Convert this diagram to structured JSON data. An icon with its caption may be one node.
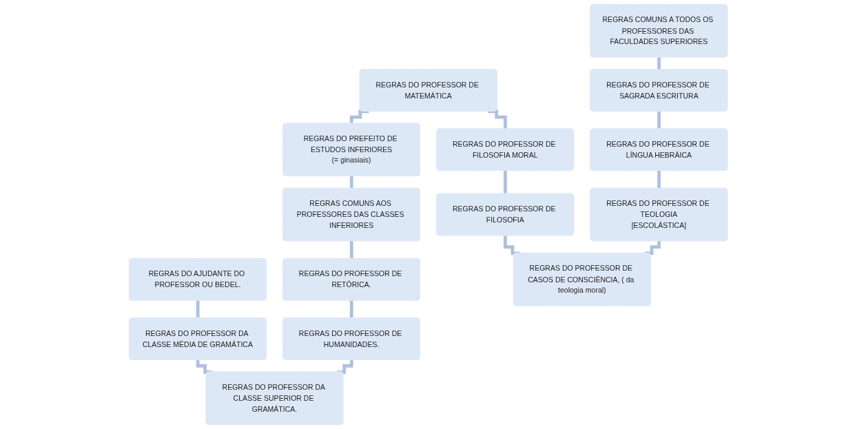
{
  "diagram": {
    "nodes": [
      {
        "text": [
          "REGRAS COMUNS A TODOS OS PROFESSORES DAS FACULDADES SUPERIORES"
        ]
      },
      {
        "text": [
          "REGRAS DO PROFESSOR DE MATEMÁTICA"
        ]
      },
      {
        "text": [
          "REGRAS DO PREFEITO DE ESTUDOS INFERIORES",
          "(= ginasiais)"
        ]
      },
      {
        "text": [
          "REGRAS DO PROFESSOR DE SAGRADA ESCRITURA"
        ]
      },
      {
        "text": [
          "REGRAS DO PROFESSOR DE FILOSOFIA MORAL"
        ]
      },
      {
        "text": [
          "REGRAS COMUNS AOS PROFESSORES DAS CLASSES INFERIORES"
        ]
      },
      {
        "text": [
          "REGRAS DO AJUDANTE DO PROFESSOR OU BEDEL."
        ]
      },
      {
        "text": [
          "REGRAS DO PROFESSOR DE LÍNGUA HEBRÁICA"
        ]
      },
      {
        "text": [
          "REGRAS DO PROFESSOR DE FILOSOFIA"
        ]
      },
      {
        "text": [
          "REGRAS DO PROFESSOR DE RETÓRICA."
        ]
      },
      {
        "text": [
          "REGRAS DO PROFESSOR DA CLASSE MÉDIA DE GRAMÁTICA"
        ]
      },
      {
        "text": [
          "REGRAS DO PROFESSOR DE TEOLOGIA",
          "[ESCOLÁSTICA]"
        ]
      },
      {
        "text": [
          "REGRAS DO PROFESSOR DE CASOS DE CONSCIÊNCIA, ( da teologia moral)"
        ]
      },
      {
        "text": [
          "REGRAS DO PROFESSOR DE HUMANIDADES."
        ]
      },
      {
        "text": [
          "REGRAS DO PROFESSOR DA CLASSE SUPERIOR DE GRAMÁTICA."
        ]
      }
    ],
    "edges": [
      {
        "from": 0,
        "to": 3,
        "arrow": "none"
      },
      {
        "from": 3,
        "to": 7,
        "arrow": "none"
      },
      {
        "from": 7,
        "to": 11,
        "arrow": "none"
      },
      {
        "from": 11,
        "to": 12,
        "arrow": "none"
      },
      {
        "from": 8,
        "to": 12,
        "arrow": "none"
      },
      {
        "from": 4,
        "to": 8,
        "arrow": "none"
      },
      {
        "from": 1,
        "to": 4,
        "arrow": "none"
      },
      {
        "from": 1,
        "to": 2,
        "arrow": "none"
      },
      {
        "from": 2,
        "to": 5,
        "arrow": "none"
      },
      {
        "from": 5,
        "to": 9,
        "arrow": "none"
      },
      {
        "from": 9,
        "to": 13,
        "arrow": "none"
      },
      {
        "from": 13,
        "to": 14,
        "arrow": "none"
      },
      {
        "from": 10,
        "to": 14,
        "arrow": "none"
      },
      {
        "from": 6,
        "to": 10,
        "arrow": "none"
      }
    ]
  }
}
